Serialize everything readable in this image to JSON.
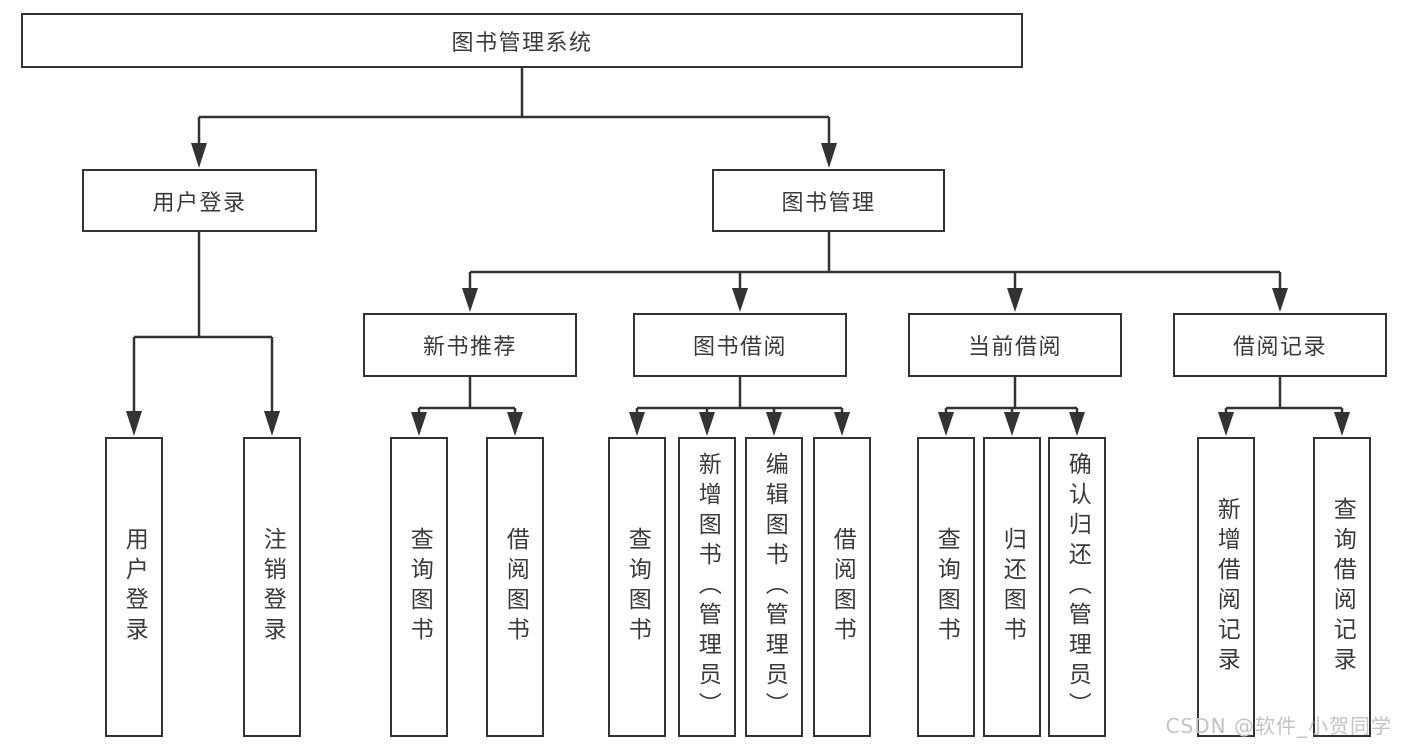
{
  "diagram": {
    "root_label": "图书管理系统",
    "user_login": {
      "label": "用户登录",
      "children": {
        "login": "用户登录",
        "logout": "注销登录"
      }
    },
    "book_mgmt": {
      "label": "图书管理",
      "new_books": {
        "label": "新书推荐",
        "children": {
          "query": "查询图书",
          "borrow": "借阅图书"
        }
      },
      "borrowing": {
        "label": "图书借阅",
        "children": {
          "query": "查询图书",
          "add": "新增图书（管理员）",
          "edit": "编辑图书（管理员）",
          "borrow": "借阅图书"
        }
      },
      "current": {
        "label": "当前借阅",
        "children": {
          "query": "查询图书",
          "return": "归还图书",
          "confirm": "确认归还（管理员）"
        }
      },
      "records": {
        "label": "借阅记录",
        "children": {
          "add": "新增借阅记录",
          "query": "查询借阅记录"
        }
      }
    }
  },
  "watermark": {
    "text": "CSDN @软件_小贺同学"
  },
  "colors": {
    "line": "#333333",
    "box_border": "#333333",
    "text": "#3a3a3a",
    "watermark": "#c3c3c3",
    "background": "#ffffff"
  }
}
